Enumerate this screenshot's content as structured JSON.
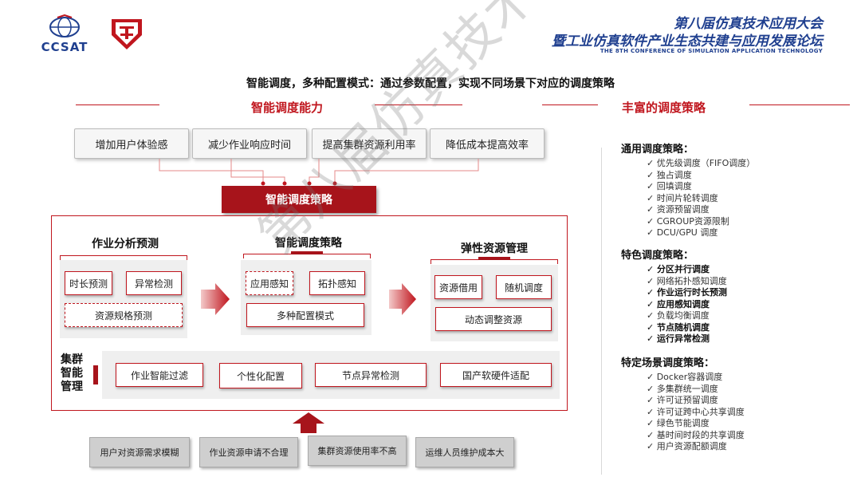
{
  "header": {
    "logo_ccsat": "CCSAT",
    "title_line1": "第八届仿真技术应用大会",
    "title_line2": "暨工业仿真软件产业生态共建与应用发展论坛",
    "subtitle_en": "THE 8TH CONFERENCE OF SIMULATION APPLICATION TECHNOLOGY"
  },
  "intro": "智能调度，多种配置模式：通过参数配置，实现不同场景下对应的调度策略",
  "left": {
    "section_title": "智能调度能力",
    "goals": [
      "增加用户体验感",
      "减少作业响应时间",
      "提高集群资源利用率",
      "降低成本提高效率"
    ],
    "strategy_button": "智能调度策略",
    "job_analysis": {
      "title": "作业分析预测",
      "items": [
        "时长预测",
        "异常检测",
        "资源规格预测"
      ]
    },
    "smart_strategy": {
      "title": "智能调度策略",
      "items": [
        "应用感知",
        "拓扑感知",
        "多种配置模式"
      ]
    },
    "elastic": {
      "title": "弹性资源管理",
      "items": [
        "资源借用",
        "随机调度",
        "动态调整资源"
      ]
    },
    "cluster": {
      "label_lines": [
        "集群",
        "智能",
        "管理"
      ],
      "items": [
        "作业智能过滤",
        "个性化配置",
        "节点异常检测",
        "国产软硬件适配"
      ]
    },
    "pain_points": [
      "用户对资源需求模糊",
      "作业资源申请不合理",
      "集群资源使用率不高",
      "运维人员维护成本大"
    ]
  },
  "right": {
    "section_title": "丰富的调度策略",
    "groups": [
      {
        "title": "通用调度策略：",
        "items": [
          {
            "text": "✓ 优先级调度（FIFO调度）",
            "bold": false
          },
          {
            "text": "✓ 独占调度",
            "bold": false
          },
          {
            "text": "✓ 回填调度",
            "bold": false
          },
          {
            "text": "✓ 时间片轮转调度",
            "bold": false
          },
          {
            "text": "✓ 资源预留调度",
            "bold": false
          },
          {
            "text": "✓ CGROUP资源限制",
            "bold": false
          },
          {
            "text": "✓ DCU/GPU 调度",
            "bold": false
          }
        ]
      },
      {
        "title": "特色调度策略：",
        "items": [
          {
            "text": "✓ 分区并行调度",
            "bold": true
          },
          {
            "text": "✓ 网络拓扑感知调度",
            "bold": false
          },
          {
            "text": "✓ 作业运行时长预测",
            "bold": true
          },
          {
            "text": "✓ 应用感知调度",
            "bold": true
          },
          {
            "text": "✓ 负载均衡调度",
            "bold": false
          },
          {
            "text": "✓ 节点随机调度",
            "bold": true
          },
          {
            "text": "✓ 运行异常检测",
            "bold": true
          }
        ]
      },
      {
        "title": "特定场景调度策略：",
        "items": [
          {
            "text": "✓ Docker容器调度",
            "bold": false
          },
          {
            "text": "✓ 多集群统一调度",
            "bold": false
          },
          {
            "text": "✓ 许可证预留调度",
            "bold": false
          },
          {
            "text": "✓ 许可证跨中心共享调度",
            "bold": false
          },
          {
            "text": "✓ 绿色节能调度",
            "bold": false
          },
          {
            "text": "✓ 基时间时段的共享调度",
            "bold": false
          },
          {
            "text": "✓ 用户资源配额调度",
            "bold": false
          }
        ]
      }
    ]
  },
  "watermark": "第八届仿真技术应用大会",
  "colors": {
    "accent": "#c0161e",
    "brand_blue": "#1f3f8f",
    "dark_red": "#a7141b"
  }
}
